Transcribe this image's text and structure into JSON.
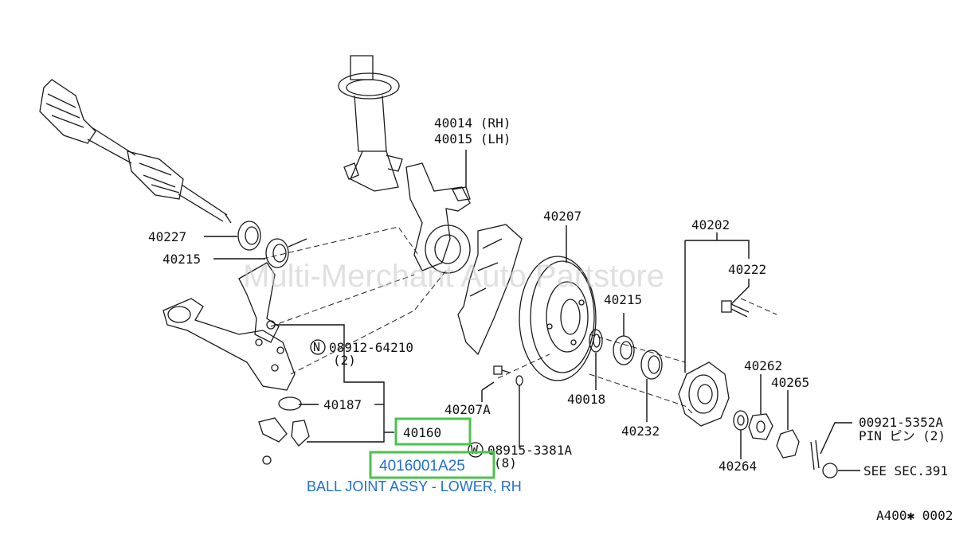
{
  "diagram": {
    "watermark": "Multi-Merchant Auto Partstore",
    "sheet_code": "A400✱ 0002",
    "colors": {
      "highlight_border": "#4cc24c",
      "highlight_text": "#1e6ed6",
      "caption": "#1e6ed6"
    },
    "labels": {
      "p40014": "40014 (RH)",
      "p40015": "40015 (LH)",
      "p40227": "40227",
      "p40215a": "40215",
      "p40207": "40207",
      "p40202": "40202",
      "p40222": "40222",
      "p40215b": "40215",
      "p08912": "08912-64210",
      "p08912_qty": "(2)",
      "p40187": "40187",
      "p40160": "40160",
      "p40207a": "40207A",
      "p40018": "40018",
      "p40232": "40232",
      "p40262": "40262",
      "p40265": "40265",
      "p08915": "08915-3381A",
      "p08915_qty": "(8)",
      "p40264": "40264",
      "p00921": "00921-5352A",
      "pin": "PIN ピン (2)",
      "see_sec": "SEE SEC.391"
    },
    "circled_letters": {
      "n": "N",
      "w": "W"
    },
    "highlight": {
      "part_number": "4016001A25",
      "caption": "BALL JOINT ASSY - LOWER, RH"
    }
  }
}
